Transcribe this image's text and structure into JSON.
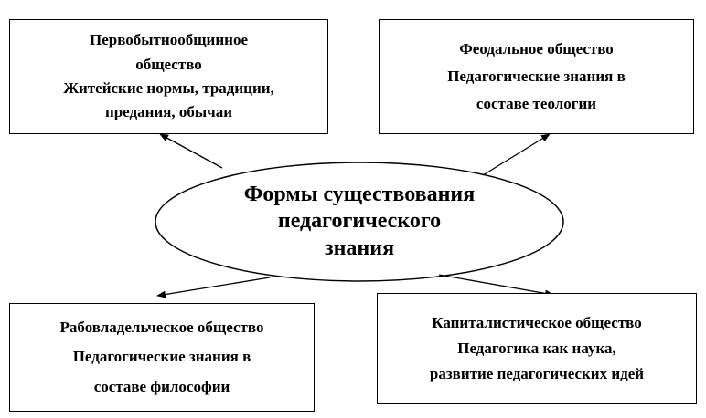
{
  "diagram": {
    "center": {
      "lines": [
        "Формы существования",
        "педагогического",
        "знания"
      ]
    },
    "boxes": {
      "primitive": {
        "lines": [
          "Первобытнообщинное",
          "общество",
          "Житейские нормы, традиции,",
          "предания, обычаи"
        ]
      },
      "feudal": {
        "lines": [
          "Феодальное общество",
          "Педагогические знания в",
          "составе теологии"
        ]
      },
      "slave": {
        "lines": [
          "Рабовладельческое общество",
          "Педагогические знания в",
          "составе философии"
        ]
      },
      "capitalist": {
        "lines": [
          "Капиталистическое общество",
          "Педагогика как наука,",
          "развитие педагогических идей"
        ]
      }
    }
  }
}
